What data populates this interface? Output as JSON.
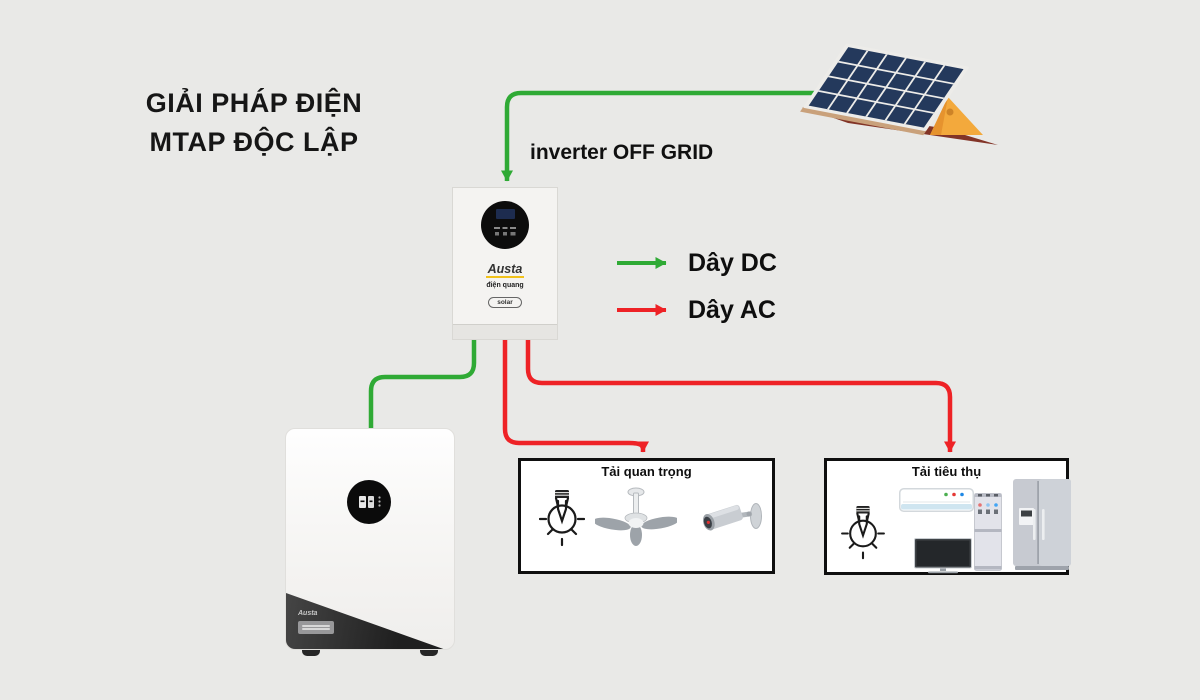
{
  "title": {
    "line1": "GIẢI PHÁP ĐIỆN",
    "line2": "MTAP ĐỘC LẬP"
  },
  "inverter": {
    "label": "inverter OFF GRID",
    "brand": "Austa",
    "model": "điện quang",
    "badge": "solar"
  },
  "battery": {
    "brand": "Austa"
  },
  "legend": {
    "dc_label": "Dây DC",
    "ac_label": "Dây AC",
    "dc_color": "#2faa35",
    "ac_color": "#ee2226"
  },
  "loads": {
    "critical": {
      "title": "Tải quan trọng",
      "icons": [
        "light-bulb-icon",
        "ceiling-fan-icon",
        "cctv-camera-icon"
      ]
    },
    "consumption": {
      "title": "Tải tiêu thụ",
      "icons": [
        "light-bulb-icon",
        "air-conditioner-icon",
        "television-icon",
        "water-dispenser-icon",
        "refrigerator-icon"
      ]
    }
  },
  "diagram": {
    "nodes": [
      "solar-panel",
      "inverter-off-grid",
      "battery",
      "critical-loads",
      "consumption-loads"
    ],
    "connections": [
      {
        "from": "solar-panel",
        "to": "inverter-off-grid",
        "wire": "DC",
        "color": "green",
        "arrow": true
      },
      {
        "from": "inverter-off-grid",
        "to": "battery",
        "wire": "DC",
        "color": "green",
        "arrow": false
      },
      {
        "from": "inverter-off-grid",
        "to": "critical-loads",
        "wire": "AC",
        "color": "red",
        "arrow": true
      },
      {
        "from": "inverter-off-grid",
        "to": "consumption-loads",
        "wire": "AC",
        "color": "red",
        "arrow": true
      }
    ]
  },
  "colors": {
    "background": "#e9e9e7",
    "wire_dc": "#2faa35",
    "wire_ac": "#ee2226",
    "panel_cell": "#24395c",
    "panel_frame": "#edece9",
    "panel_stand": "#f3a93c",
    "panel_shadow": "#823427",
    "box_border": "#0f0f0f"
  }
}
